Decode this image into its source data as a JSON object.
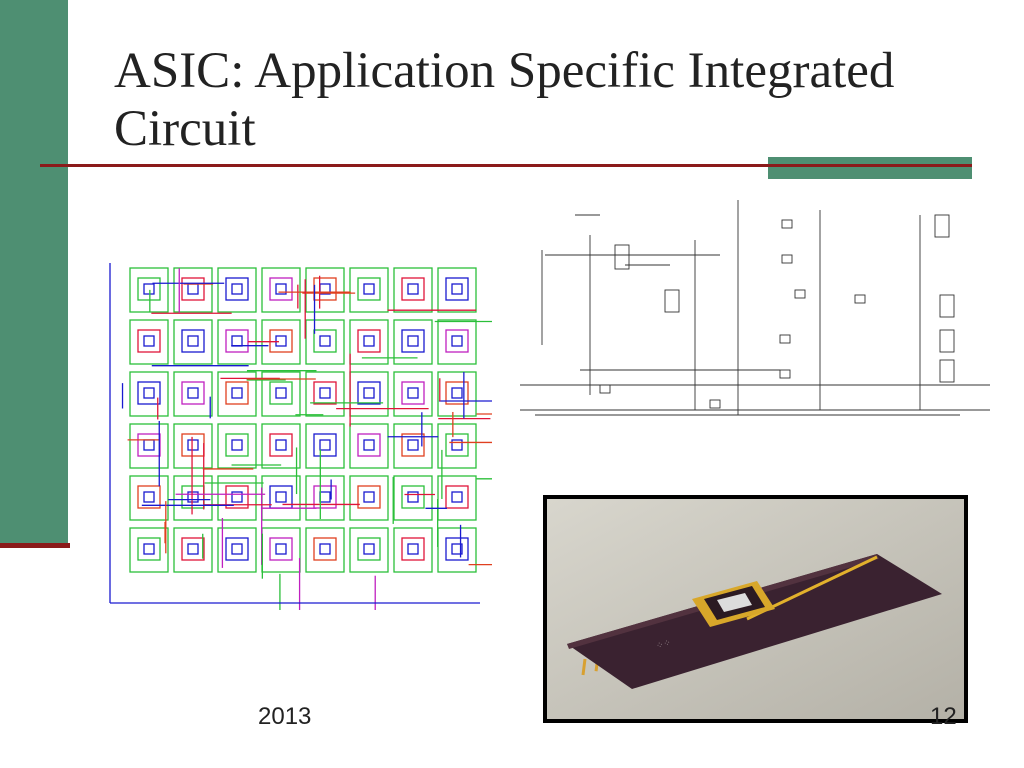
{
  "slide": {
    "title_line1": "ASIC: Application Specific Integrated",
    "title_line2": "Circuit",
    "footer_year": "2013",
    "page_number": "12"
  },
  "colors": {
    "side_bar": "#4e8f72",
    "rule": "#8b1a1a"
  }
}
